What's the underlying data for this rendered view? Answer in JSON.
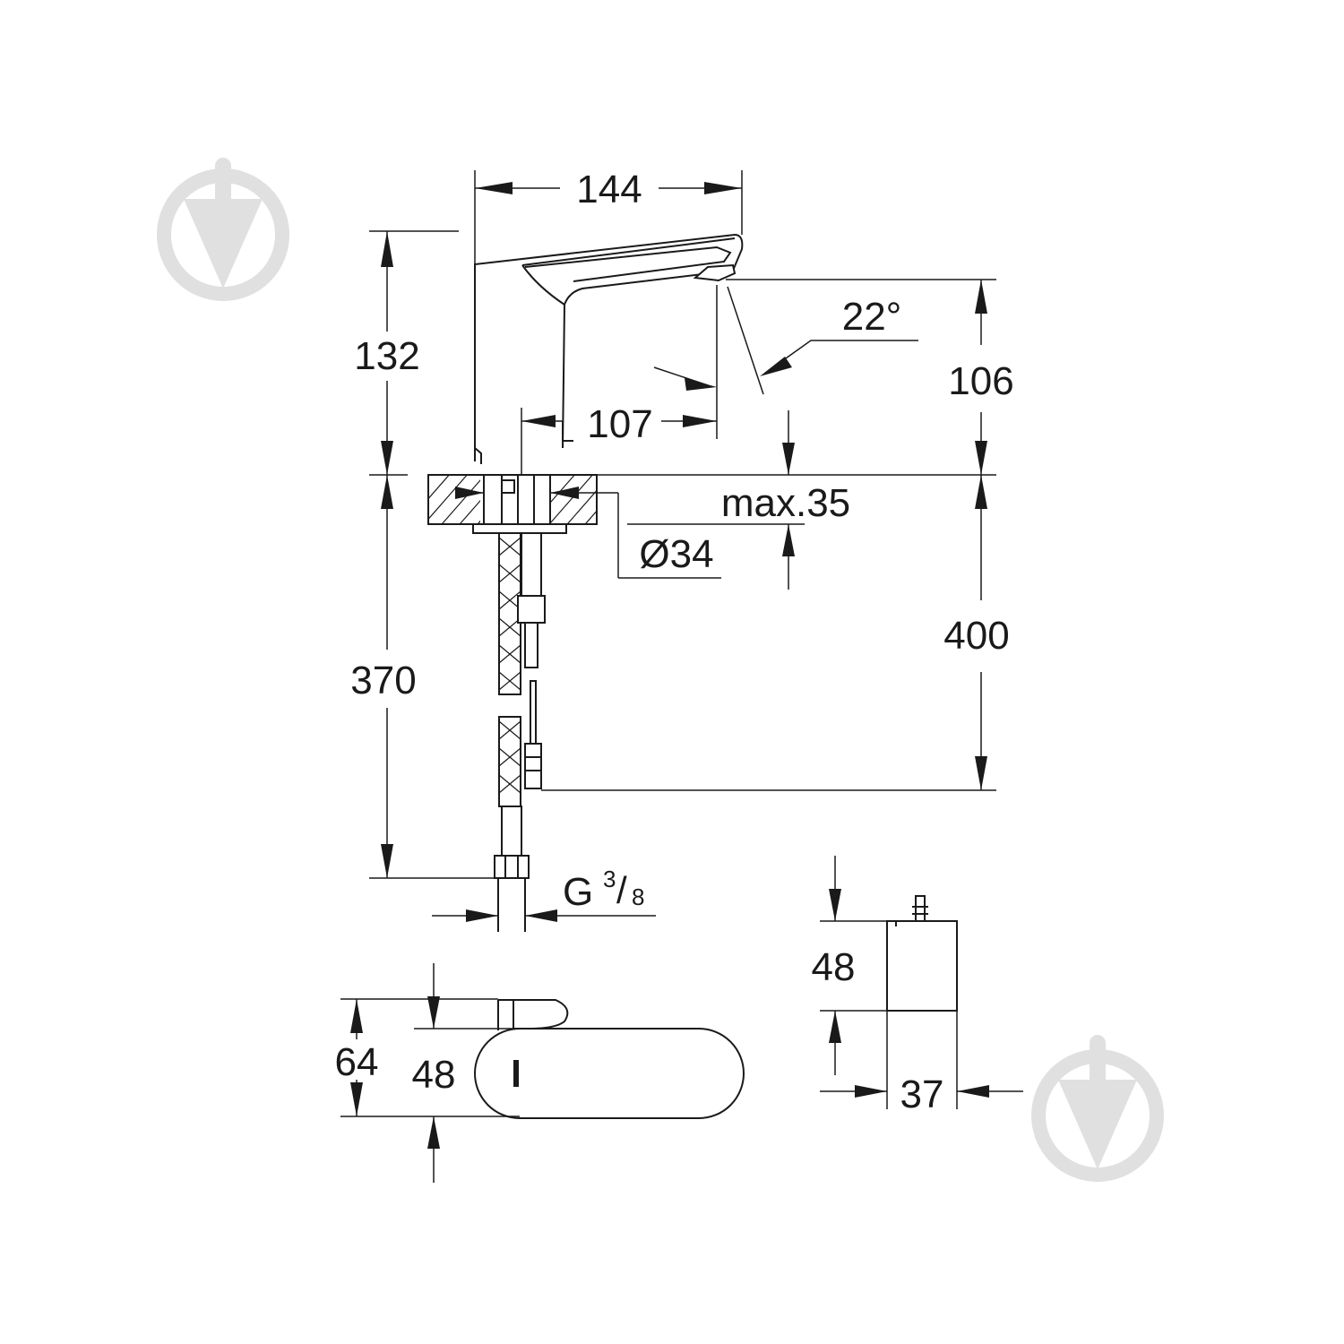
{
  "dimensions": {
    "spout_width": "144",
    "spout_height": "132",
    "spray_angle": "22°",
    "outlet_height": "106",
    "reach": "107",
    "max_thickness": "max.35",
    "hole_diameter": "Ø34",
    "cable_length": "400",
    "hose_length": "370",
    "connection_thread_prefix": "G",
    "connection_thread_num": "3",
    "connection_thread_slash": "/",
    "connection_thread_den": "8",
    "box_height": "48",
    "box_width": "37",
    "top_total_height": "64",
    "top_body_height": "48"
  },
  "colors": {
    "line": "#1a1a1a",
    "watermark": "#e0e0e0"
  }
}
